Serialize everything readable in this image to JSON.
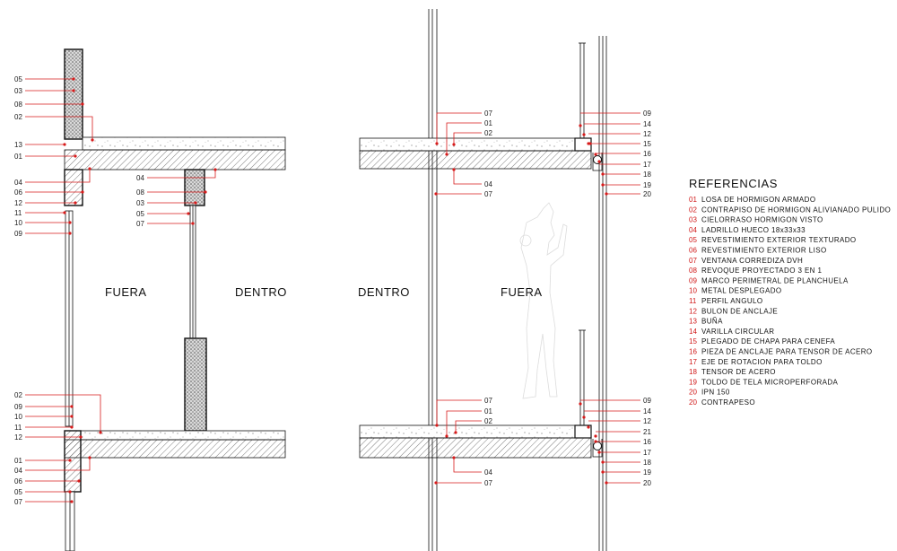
{
  "zones": {
    "left_fuera": "FUERA",
    "left_dentro": "DENTRO",
    "right_dentro": "DENTRO",
    "right_fuera": "FUERA"
  },
  "left_callouts": [
    "05",
    "03",
    "08",
    "02",
    "13",
    "01",
    "04",
    "06",
    "12",
    "11",
    "10",
    "09",
    "02",
    "09",
    "10",
    "11",
    "12",
    "01",
    "04",
    "06",
    "05",
    "07"
  ],
  "center_callouts": [
    "04",
    "08",
    "03",
    "05",
    "07"
  ],
  "mid_callouts": [
    "07",
    "01",
    "02",
    "04",
    "07",
    "07",
    "01",
    "02",
    "04",
    "07"
  ],
  "right_callouts": [
    "09",
    "14",
    "12",
    "15",
    "16",
    "17",
    "18",
    "19",
    "20",
    "09",
    "14",
    "12",
    "21",
    "16",
    "17",
    "18",
    "19",
    "20"
  ],
  "references": {
    "title": "REFERENCIAS",
    "items": [
      {
        "num": "01",
        "text": "LOSA DE HORMIGON ARMADO"
      },
      {
        "num": "02",
        "text": "CONTRAPISO DE HORMIGON ALIVIANADO PULIDO"
      },
      {
        "num": "03",
        "text": "CIELORRASO HORMIGON VISTO"
      },
      {
        "num": "04",
        "text": "LADRILLO HUECO 18x33x33"
      },
      {
        "num": "05",
        "text": "REVESTIMIENTO EXTERIOR TEXTURADO"
      },
      {
        "num": "06",
        "text": "REVESTIMIENTO EXTERIOR LISO"
      },
      {
        "num": "07",
        "text": "VENTANA CORREDIZA DVH"
      },
      {
        "num": "08",
        "text": "REVOQUE PROYECTADO 3 EN 1"
      },
      {
        "num": "09",
        "text": "MARCO PERIMETRAL DE PLANCHUELA"
      },
      {
        "num": "10",
        "text": "METAL DESPLEGADO"
      },
      {
        "num": "11",
        "text": "PERFIL ANGULO"
      },
      {
        "num": "12",
        "text": "BULON DE ANCLAJE"
      },
      {
        "num": "13",
        "text": "BUÑA"
      },
      {
        "num": "14",
        "text": "VARILLA CIRCULAR"
      },
      {
        "num": "15",
        "text": "PLEGADO DE CHAPA PARA CENEFA"
      },
      {
        "num": "16",
        "text": "PIEZA DE ANCLAJE PARA TENSOR DE ACERO"
      },
      {
        "num": "17",
        "text": "EJE DE ROTACION PARA TOLDO"
      },
      {
        "num": "18",
        "text": "TENSOR DE ACERO"
      },
      {
        "num": "19",
        "text": "TOLDO DE TELA MICROPERFORADA"
      },
      {
        "num": "20",
        "text": "IPN 150"
      },
      {
        "num": "20",
        "text": "CONTRAPESO"
      }
    ]
  },
  "colors": {
    "leader": "#d81b1b",
    "ink": "#111111",
    "ref_number": "#d01818"
  }
}
